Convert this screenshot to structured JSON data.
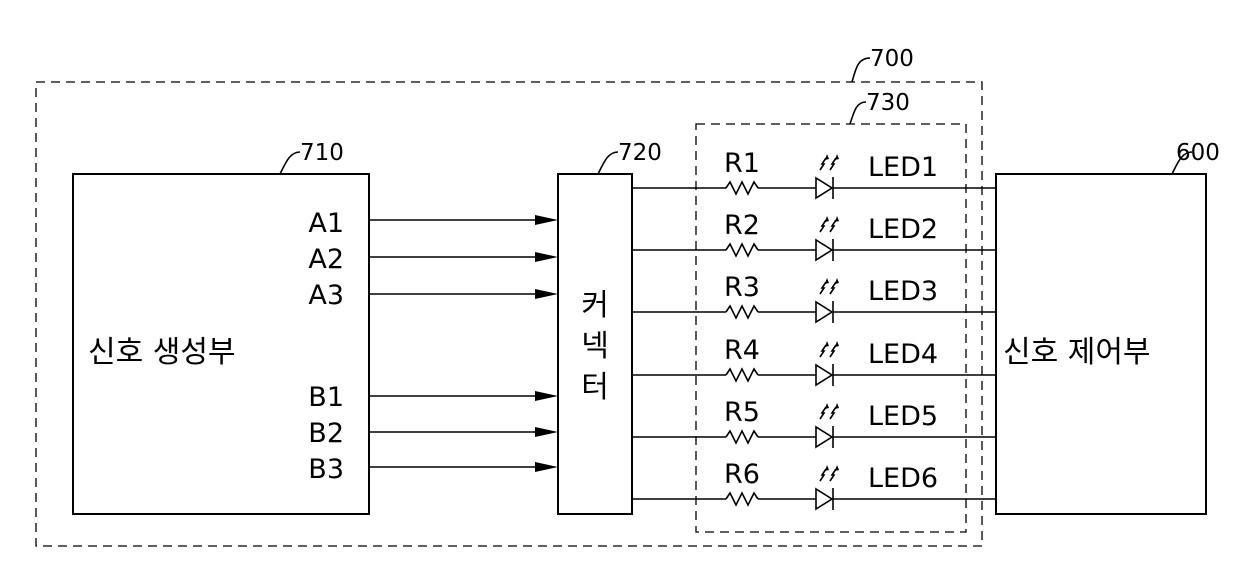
{
  "refs": {
    "system": "700",
    "led_module": "730",
    "generator": "710",
    "connector": "720",
    "controller": "600"
  },
  "generator_label": "신호 생성부",
  "connector_label": [
    "커",
    "넥",
    "터"
  ],
  "controller_label": "신호 제어부",
  "inputs_a": [
    "A1",
    "A2",
    "A3"
  ],
  "inputs_b": [
    "B1",
    "B2",
    "B3"
  ],
  "channels": [
    {
      "resistor": "R1",
      "led": "LED1"
    },
    {
      "resistor": "R2",
      "led": "LED2"
    },
    {
      "resistor": "R3",
      "led": "LED3"
    },
    {
      "resistor": "R4",
      "led": "LED4"
    },
    {
      "resistor": "R5",
      "led": "LED5"
    },
    {
      "resistor": "R6",
      "led": "LED6"
    }
  ]
}
